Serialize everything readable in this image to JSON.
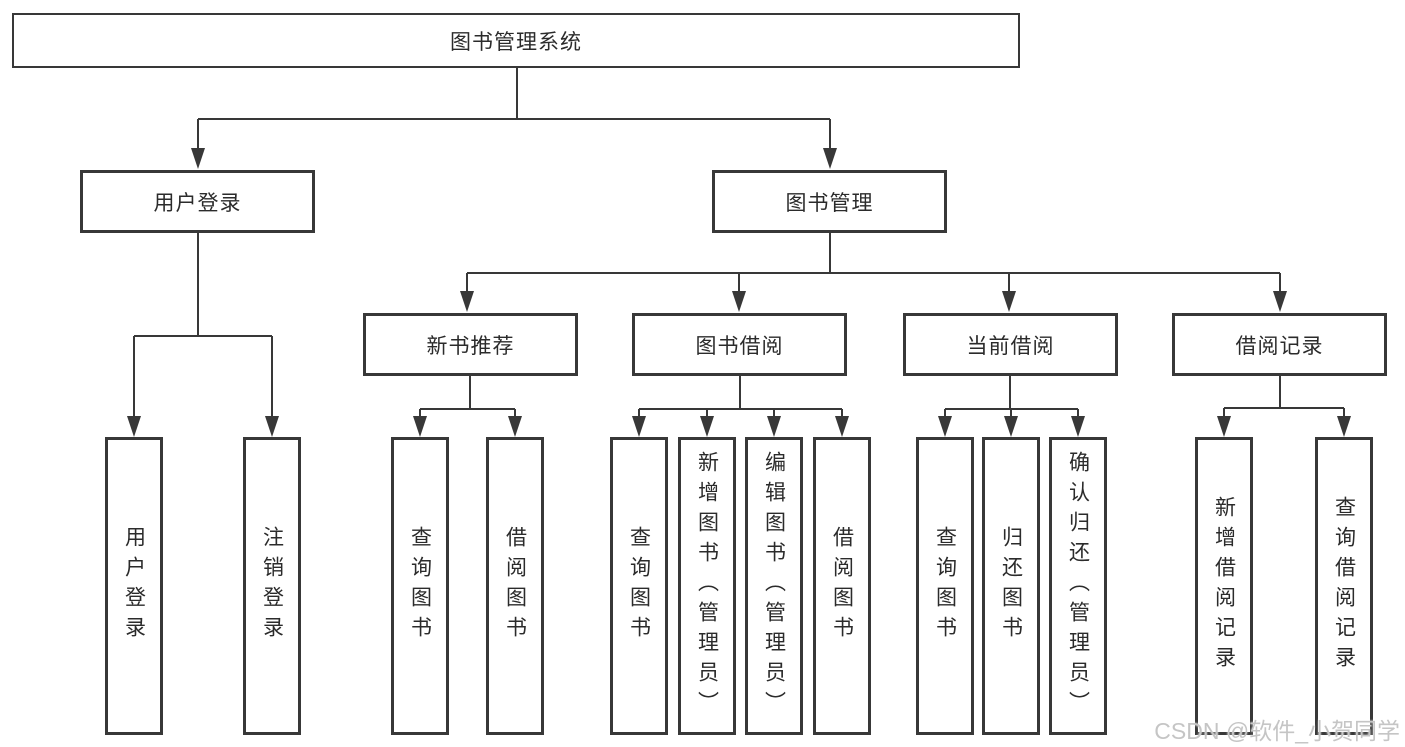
{
  "tree": {
    "root": {
      "label": "图书管理系统",
      "children": [
        {
          "label": "用户登录",
          "children": [
            {
              "label": "用户登录"
            },
            {
              "label": "注销登录"
            }
          ]
        },
        {
          "label": "图书管理",
          "children": [
            {
              "label": "新书推荐",
              "children": [
                {
                  "label": "查询图书"
                },
                {
                  "label": "借阅图书"
                }
              ]
            },
            {
              "label": "图书借阅",
              "children": [
                {
                  "label": "查询图书"
                },
                {
                  "label": "新增图书（管理员）"
                },
                {
                  "label": "编辑图书（管理员）"
                },
                {
                  "label": "借阅图书"
                }
              ]
            },
            {
              "label": "当前借阅",
              "children": [
                {
                  "label": "查询图书"
                },
                {
                  "label": "归还图书"
                },
                {
                  "label": "确认归还（管理员）"
                }
              ]
            },
            {
              "label": "借阅记录",
              "children": [
                {
                  "label": "新增借阅记录"
                },
                {
                  "label": "查询借阅记录"
                }
              ]
            }
          ]
        }
      ]
    }
  },
  "watermark": "CSDN @软件_小贺同学",
  "colors": {
    "line": "#383838",
    "text": "#2b2b2b",
    "watermark": "#c5c5c5",
    "background": "#ffffff"
  }
}
